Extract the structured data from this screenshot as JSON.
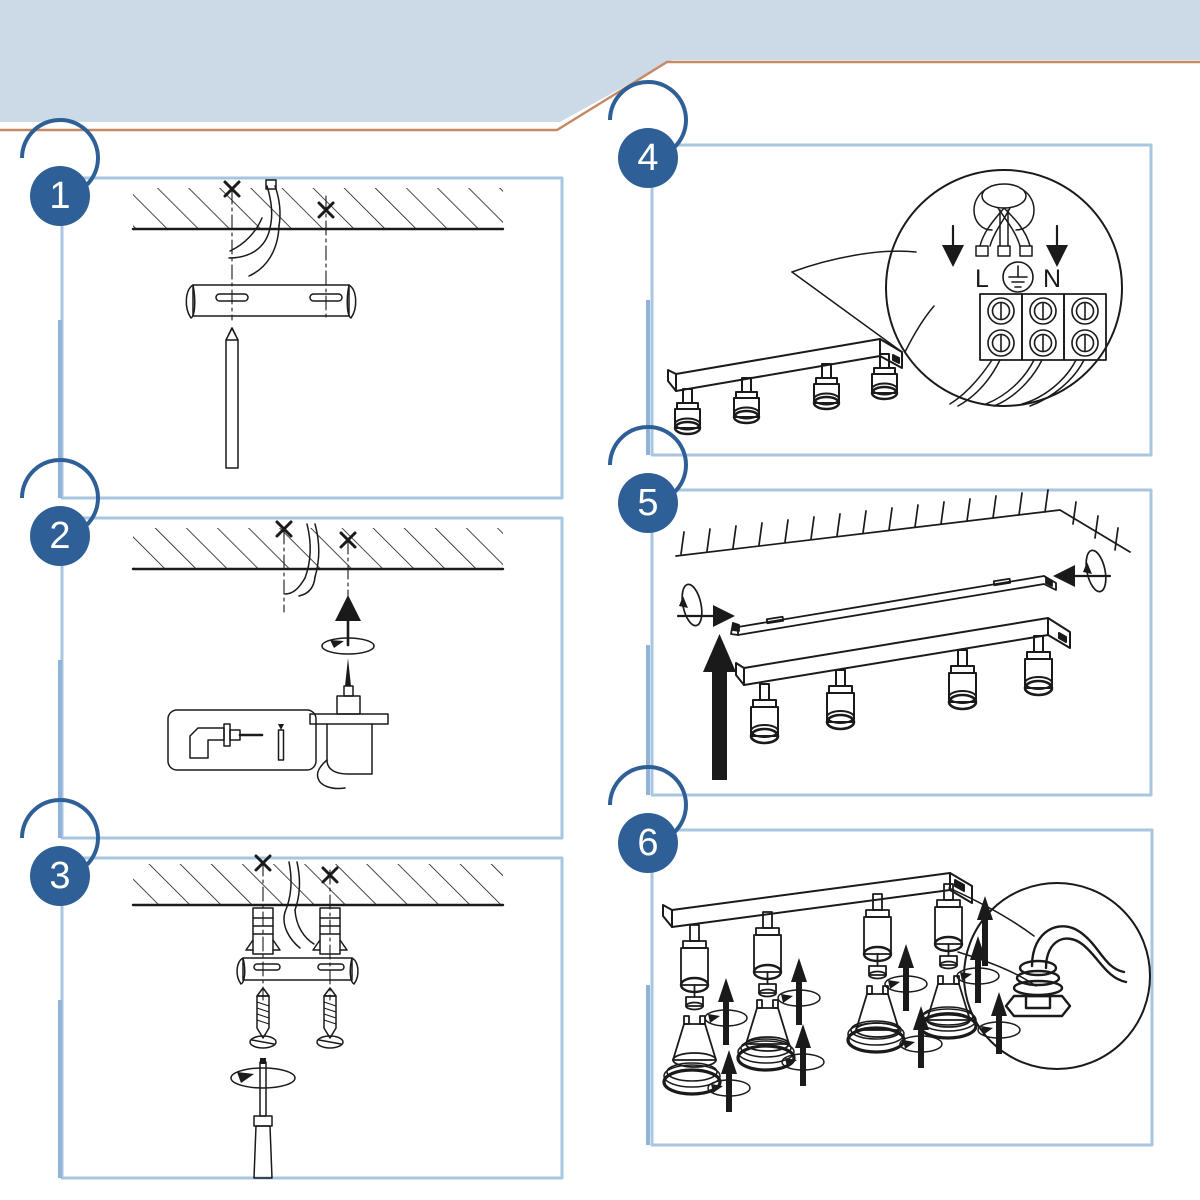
{
  "document": {
    "type": "installation-instruction-sheet",
    "product": "4-light ceiling spot bar",
    "step_count": 6,
    "colors": {
      "banner_fill": "#ccd9e6",
      "banner_accent_line": "#c58a63",
      "badge_fill": "#2e5f96",
      "badge_text": "#ffffff",
      "panel_border": "#a8c6e2",
      "stem_line": "#8fb4d8",
      "line_art": "#1a1a1a",
      "page_background": "#ffffff"
    }
  },
  "banner": {
    "name": "header-banner",
    "accent_line_visible": true
  },
  "steps": [
    {
      "number": "1",
      "name": "step-1",
      "title": "Mark drill positions on ceiling",
      "elements": [
        "hatched-ceiling",
        "supply-cable",
        "drill-mark-cross-left",
        "drill-mark-cross-right",
        "mounting-bracket",
        "centre-line-left",
        "centre-line-right",
        "pencil"
      ]
    },
    {
      "number": "2",
      "name": "step-2",
      "title": "Drill holes at the marks",
      "elements": [
        "hatched-ceiling",
        "supply-cable",
        "drill-mark-cross-left",
        "drill-mark-cross-right",
        "drill-up-arrow",
        "rotation-ring",
        "power-drill",
        "tool-inset-box",
        "inset-drill-icon",
        "inset-drill-bit-icon"
      ]
    },
    {
      "number": "3",
      "name": "step-3",
      "title": "Insert wall plugs and screw bracket to ceiling",
      "elements": [
        "hatched-ceiling",
        "supply-cable",
        "wall-plug-left",
        "wall-plug-right",
        "mounting-bracket",
        "screw-left",
        "screw-right",
        "screwdriver",
        "rotation-ring"
      ]
    },
    {
      "number": "4",
      "name": "step-4",
      "title": "Connect mains wires to terminal block",
      "elements": [
        "light-bar-fixture",
        "magnifier-circle",
        "magnifier-pointer",
        "mains-cable",
        "terminal-block",
        "down-arrow-left",
        "down-arrow-right"
      ],
      "terminal_labels": {
        "live": "L",
        "earth": "earth-symbol",
        "neutral": "N"
      },
      "terminal_block": {
        "sections": 3,
        "screws_per_section": 2
      }
    },
    {
      "number": "5",
      "name": "step-5",
      "title": "Lift fixture onto the mounting bar and tighten end screws",
      "elements": [
        "hatched-ceiling-perspective",
        "mounting-bar",
        "light-bar-fixture",
        "lift-arrow-up",
        "rotation-arrow-left",
        "rotation-arrow-right"
      ],
      "lamp_count": 4
    },
    {
      "number": "6",
      "name": "step-6",
      "title": "Fit the GU10 lamps and retaining rings",
      "elements": [
        "light-bar-fixture",
        "gu10-lamp",
        "retaining-ring",
        "insert-arrow-up",
        "rotation-ring",
        "magnifier-circle",
        "magnifier-pointer",
        "lamp-holder-detail"
      ],
      "lamp_count": 4,
      "ring_count": 4
    }
  ]
}
